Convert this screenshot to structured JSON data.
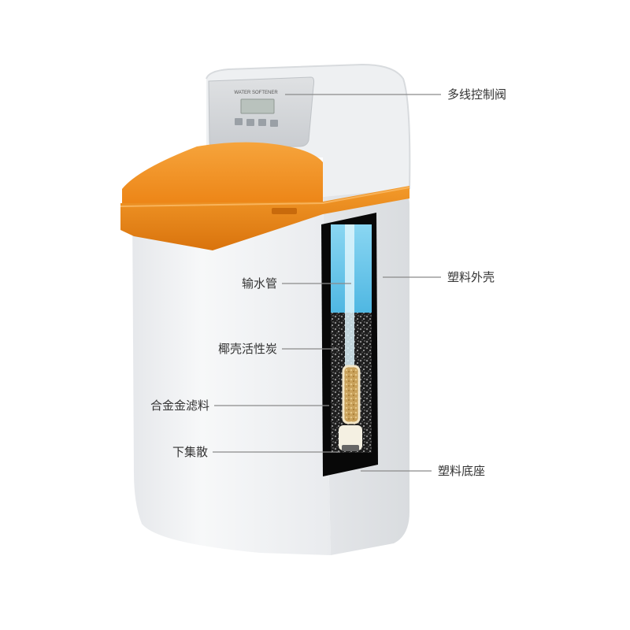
{
  "device": {
    "panel_title": "WATER SOFTENER",
    "buttons": [
      {
        "icon": "home-icon"
      },
      {
        "icon": "down-arrow-icon"
      },
      {
        "icon": "up-arrow-icon"
      },
      {
        "icon": "power-icon"
      }
    ]
  },
  "callouts": {
    "control_valve": "多线控制阀",
    "plastic_shell": "塑料外壳",
    "plastic_base": "塑料底座",
    "water_pipe": "输水管",
    "coconut_carbon": "椰壳活性炭",
    "alloy_filter": "合金金滤料",
    "lower_distributor": "下集散"
  },
  "colors": {
    "orange": "#f08c1e",
    "orange_dark": "#d9730d",
    "body": "#f2f3f5",
    "panel": "#d4d7da",
    "water": "#6ec8ea",
    "line": "#888888"
  }
}
